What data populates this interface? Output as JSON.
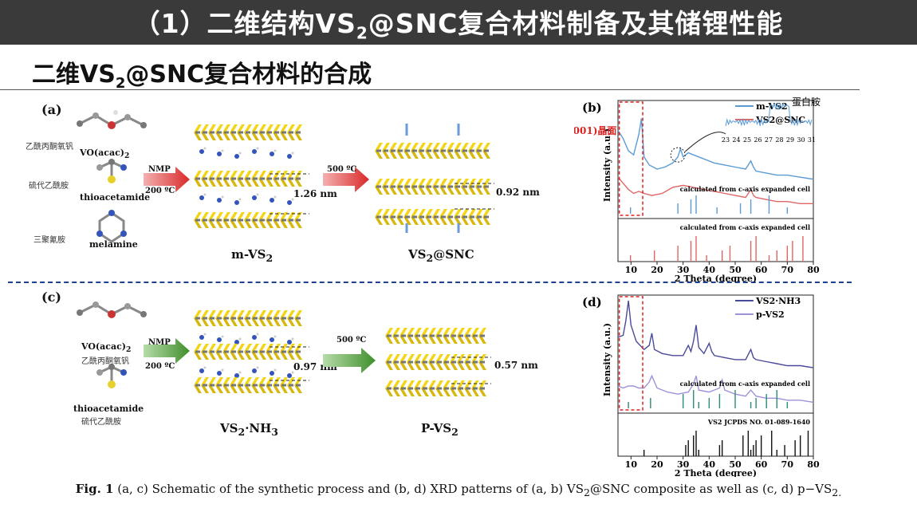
{
  "banner": {
    "title_main": "（1）二维结构VS",
    "title_sub": "2",
    "title_tail": "@SNC复合材料制备及其储锂性能"
  },
  "subtitle": {
    "main": "二维VS",
    "sub": "2",
    "tail": "@SNC复合材料的合成"
  },
  "panel_a": {
    "label": "(a)",
    "precursors": [
      {
        "cn": "乙酰丙酮氧钒",
        "name": "VO(acac)",
        "sub": "2"
      },
      {
        "cn": "硫代乙酰胺",
        "name": "thioacetamide"
      },
      {
        "cn": "三聚氰胺",
        "name": "melamine"
      }
    ],
    "step1": {
      "top": "NMP",
      "bottom": "200 ºC"
    },
    "spacing1": "1.26 nm",
    "product1": {
      "main": "m-VS",
      "sub": "2"
    },
    "step2": "500 ºC",
    "spacing2": "0.92 nm",
    "product2": {
      "main": "VS",
      "sub": "2",
      "tail": "@SNC"
    }
  },
  "panel_c": {
    "label": "(c)",
    "precursor1": {
      "name": "VO(acac)",
      "sub": "2",
      "cn": "乙酰丙酮氧钒"
    },
    "precursor2": {
      "name": "thioacetamide",
      "cn": "硫代乙酰胺"
    },
    "step1": {
      "top": "NMP",
      "bottom": "200 ºC"
    },
    "spacing1": "0.97 nm",
    "product1": {
      "main": "VS",
      "sub": "2",
      "tail": "·NH",
      "sub2": "3"
    },
    "step2": "500 ºC",
    "spacing2": "0.57 nm",
    "product2": {
      "main": "P-VS",
      "sub": "2"
    }
  },
  "chart_data": [
    {
      "type": "line",
      "panel": "(b)",
      "xlabel": "2 Theta (degree)",
      "ylabel": "Intensity (a.u.)",
      "xlim": [
        5,
        80
      ],
      "xticks": [
        10,
        20,
        30,
        40,
        50,
        60,
        70,
        80
      ],
      "series": [
        {
          "name": "m-VS2",
          "color": "#5b9bd5",
          "x": [
            5,
            7,
            9,
            11,
            13,
            14,
            15,
            17,
            20,
            23,
            26,
            28,
            29,
            30,
            32,
            34,
            38,
            42,
            46,
            50,
            54,
            56,
            57,
            58,
            62,
            66,
            70,
            75,
            80
          ],
          "y": [
            8.6,
            8.2,
            7.6,
            7.4,
            8.4,
            9.2,
            7.3,
            6.9,
            6.7,
            6.8,
            7.0,
            7.3,
            7.7,
            7.3,
            7.5,
            7.4,
            7.2,
            7.0,
            6.9,
            6.8,
            6.7,
            7.1,
            6.8,
            6.6,
            6.5,
            6.4,
            6.4,
            6.3,
            6.2
          ]
        },
        {
          "name": "VS2@SNC",
          "color": "#e06666",
          "x": [
            5,
            7,
            9,
            11,
            13,
            15,
            18,
            22,
            26,
            30,
            34,
            38,
            42,
            46,
            50,
            54,
            56,
            57,
            58,
            62,
            66,
            70,
            75,
            80
          ],
          "y": [
            6.3,
            6.0,
            5.7,
            5.5,
            5.6,
            5.5,
            5.4,
            5.5,
            5.8,
            5.9,
            5.8,
            5.7,
            5.6,
            5.5,
            5.4,
            5.3,
            5.7,
            5.4,
            5.3,
            5.2,
            5.1,
            5.1,
            5.0,
            5.0
          ]
        }
      ],
      "inset": {
        "xticks": [
          23,
          24,
          25,
          26,
          27,
          28,
          29,
          30,
          31
        ],
        "annotation": "蛋白胺"
      },
      "highlight_label": "(001)晶面",
      "reference_label_1": "calculated from c-axis expanded cell",
      "reference_sticks_1": {
        "color": "#5b9bd5",
        "x": [
          9.8,
          28,
          33,
          35,
          43,
          52,
          56,
          63,
          70
        ]
      },
      "reference_label_2": "calculated from c-axis expanded cell",
      "reference_sticks_2": {
        "color": "#e06666",
        "x": [
          9.8,
          19,
          28,
          33,
          35,
          39,
          45,
          48,
          56,
          58,
          63,
          66,
          70,
          72,
          76
        ]
      }
    },
    {
      "type": "line",
      "panel": "(d)",
      "xlabel": "2 Theta (degree)",
      "ylabel": "Intensity (a.u.)",
      "xlim": [
        5,
        80
      ],
      "xticks": [
        10,
        20,
        30,
        40,
        50,
        60,
        70,
        80
      ],
      "series": [
        {
          "name": "VS2·NH3",
          "color": "#4a4a9a",
          "x": [
            5,
            7,
            8,
            9,
            10,
            12,
            15,
            17,
            18,
            19,
            22,
            26,
            30,
            32,
            33,
            34,
            35,
            36,
            38,
            40,
            41,
            42,
            46,
            50,
            54,
            56,
            57,
            58,
            62,
            66,
            70,
            75,
            80
          ],
          "y": [
            8.0,
            8.1,
            8.8,
            9.8,
            8.6,
            7.8,
            7.4,
            7.6,
            8.2,
            7.4,
            7.2,
            7.1,
            7.1,
            7.6,
            7.3,
            7.8,
            8.6,
            7.5,
            7.2,
            7.7,
            7.3,
            7.1,
            7.0,
            6.9,
            6.9,
            7.4,
            7.0,
            6.9,
            6.8,
            6.7,
            6.6,
            6.6,
            6.5
          ]
        },
        {
          "name": "p-VS2",
          "color": "#a090d8",
          "x": [
            5,
            7,
            9,
            11,
            13,
            15,
            17,
            18,
            20,
            24,
            28,
            32,
            34,
            35,
            36,
            40,
            44,
            45,
            46,
            50,
            54,
            56,
            58,
            62,
            66,
            70,
            75,
            80
          ],
          "y": [
            5.6,
            5.5,
            5.6,
            5.6,
            5.5,
            5.5,
            5.8,
            6.1,
            5.5,
            5.3,
            5.2,
            5.3,
            5.7,
            6.1,
            5.4,
            5.3,
            5.5,
            5.9,
            5.4,
            5.2,
            5.1,
            5.4,
            5.1,
            5.0,
            5.0,
            4.9,
            4.9,
            4.8
          ]
        }
      ],
      "reference_label_1": "calculated from c-axis expanded cell",
      "reference_sticks_1": {
        "color": "#2e8b7a",
        "x": [
          9,
          17.5,
          30,
          34,
          36,
          40,
          44,
          50,
          56,
          58,
          62,
          66,
          70
        ]
      },
      "reference_label_2": "VS2 JCPDS NO. 01-089-1640",
      "reference_sticks_2": {
        "color": "#111111",
        "x": [
          15,
          31,
          32,
          34,
          35,
          36,
          44,
          45,
          53,
          55,
          56,
          57,
          58,
          60,
          64,
          66,
          69,
          73,
          75,
          78
        ]
      }
    }
  ],
  "caption": {
    "prefix": "Fig. 1",
    "text1": " (a, c) Schematic of the synthetic process and (b, d) XRD patterns of (a, b) VS",
    "sub1": "2",
    "text2": "@SNC composite as well as (c, d) p−VS",
    "sub2": "2."
  }
}
